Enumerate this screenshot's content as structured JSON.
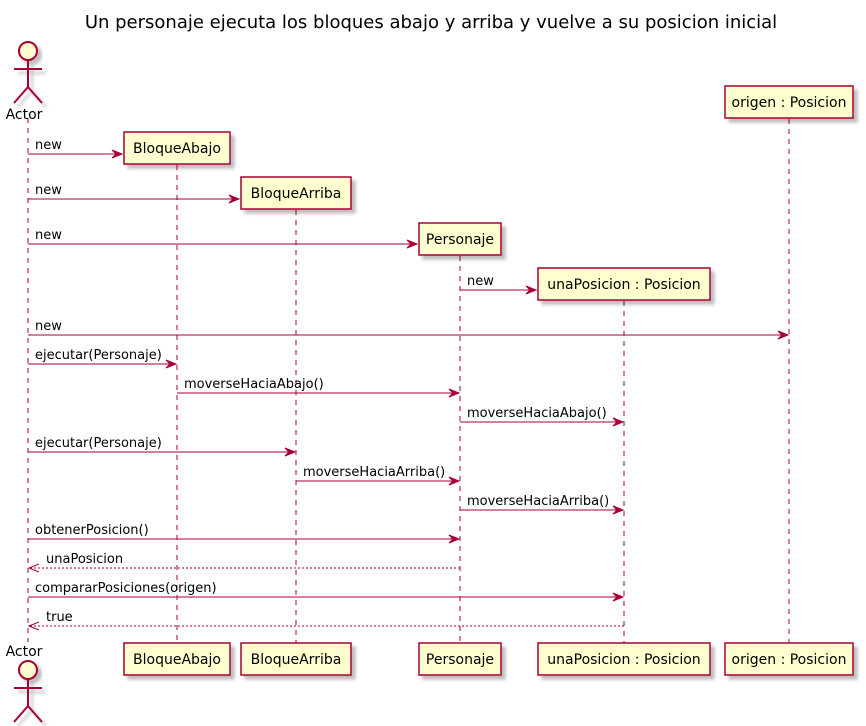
{
  "title": "Un personaje ejecuta los bloques abajo y arriba y vuelve a su posicion inicial",
  "colors": {
    "line": "#A80036",
    "box_fill": "#FEFECE",
    "shadow": "#C8C8C8"
  },
  "participants": [
    {
      "id": "actor",
      "label": "Actor",
      "kind": "actor"
    },
    {
      "id": "bloqueAbajo",
      "label": "BloqueAbajo",
      "kind": "box"
    },
    {
      "id": "bloqueArriba",
      "label": "BloqueArriba",
      "kind": "box"
    },
    {
      "id": "personaje",
      "label": "Personaje",
      "kind": "box"
    },
    {
      "id": "unaPosicion",
      "label": "unaPosicion : Posicion",
      "kind": "box"
    },
    {
      "id": "origen",
      "label": "origen : Posicion",
      "kind": "box"
    }
  ],
  "messages": [
    {
      "from": "actor",
      "to": "bloqueAbajo",
      "label": "new",
      "type": "create"
    },
    {
      "from": "actor",
      "to": "bloqueArriba",
      "label": "new",
      "type": "create"
    },
    {
      "from": "actor",
      "to": "personaje",
      "label": "new",
      "type": "create"
    },
    {
      "from": "personaje",
      "to": "unaPosicion",
      "label": "new",
      "type": "create"
    },
    {
      "from": "actor",
      "to": "origen",
      "label": "new",
      "type": "sync"
    },
    {
      "from": "actor",
      "to": "bloqueAbajo",
      "label": "ejecutar(Personaje)",
      "type": "sync"
    },
    {
      "from": "bloqueAbajo",
      "to": "personaje",
      "label": "moverseHaciaAbajo()",
      "type": "sync"
    },
    {
      "from": "personaje",
      "to": "unaPosicion",
      "label": "moverseHaciaAbajo()",
      "type": "sync"
    },
    {
      "from": "actor",
      "to": "bloqueArriba",
      "label": "ejecutar(Personaje)",
      "type": "sync"
    },
    {
      "from": "bloqueArriba",
      "to": "personaje",
      "label": "moverseHaciaArriba()",
      "type": "sync"
    },
    {
      "from": "personaje",
      "to": "unaPosicion",
      "label": "moverseHaciaArriba()",
      "type": "sync"
    },
    {
      "from": "actor",
      "to": "personaje",
      "label": "obtenerPosicion()",
      "type": "sync"
    },
    {
      "from": "personaje",
      "to": "actor",
      "label": "unaPosicion",
      "type": "return"
    },
    {
      "from": "actor",
      "to": "unaPosicion",
      "label": "compararPosiciones(origen)",
      "type": "sync"
    },
    {
      "from": "unaPosicion",
      "to": "actor",
      "label": "true",
      "type": "return"
    }
  ]
}
